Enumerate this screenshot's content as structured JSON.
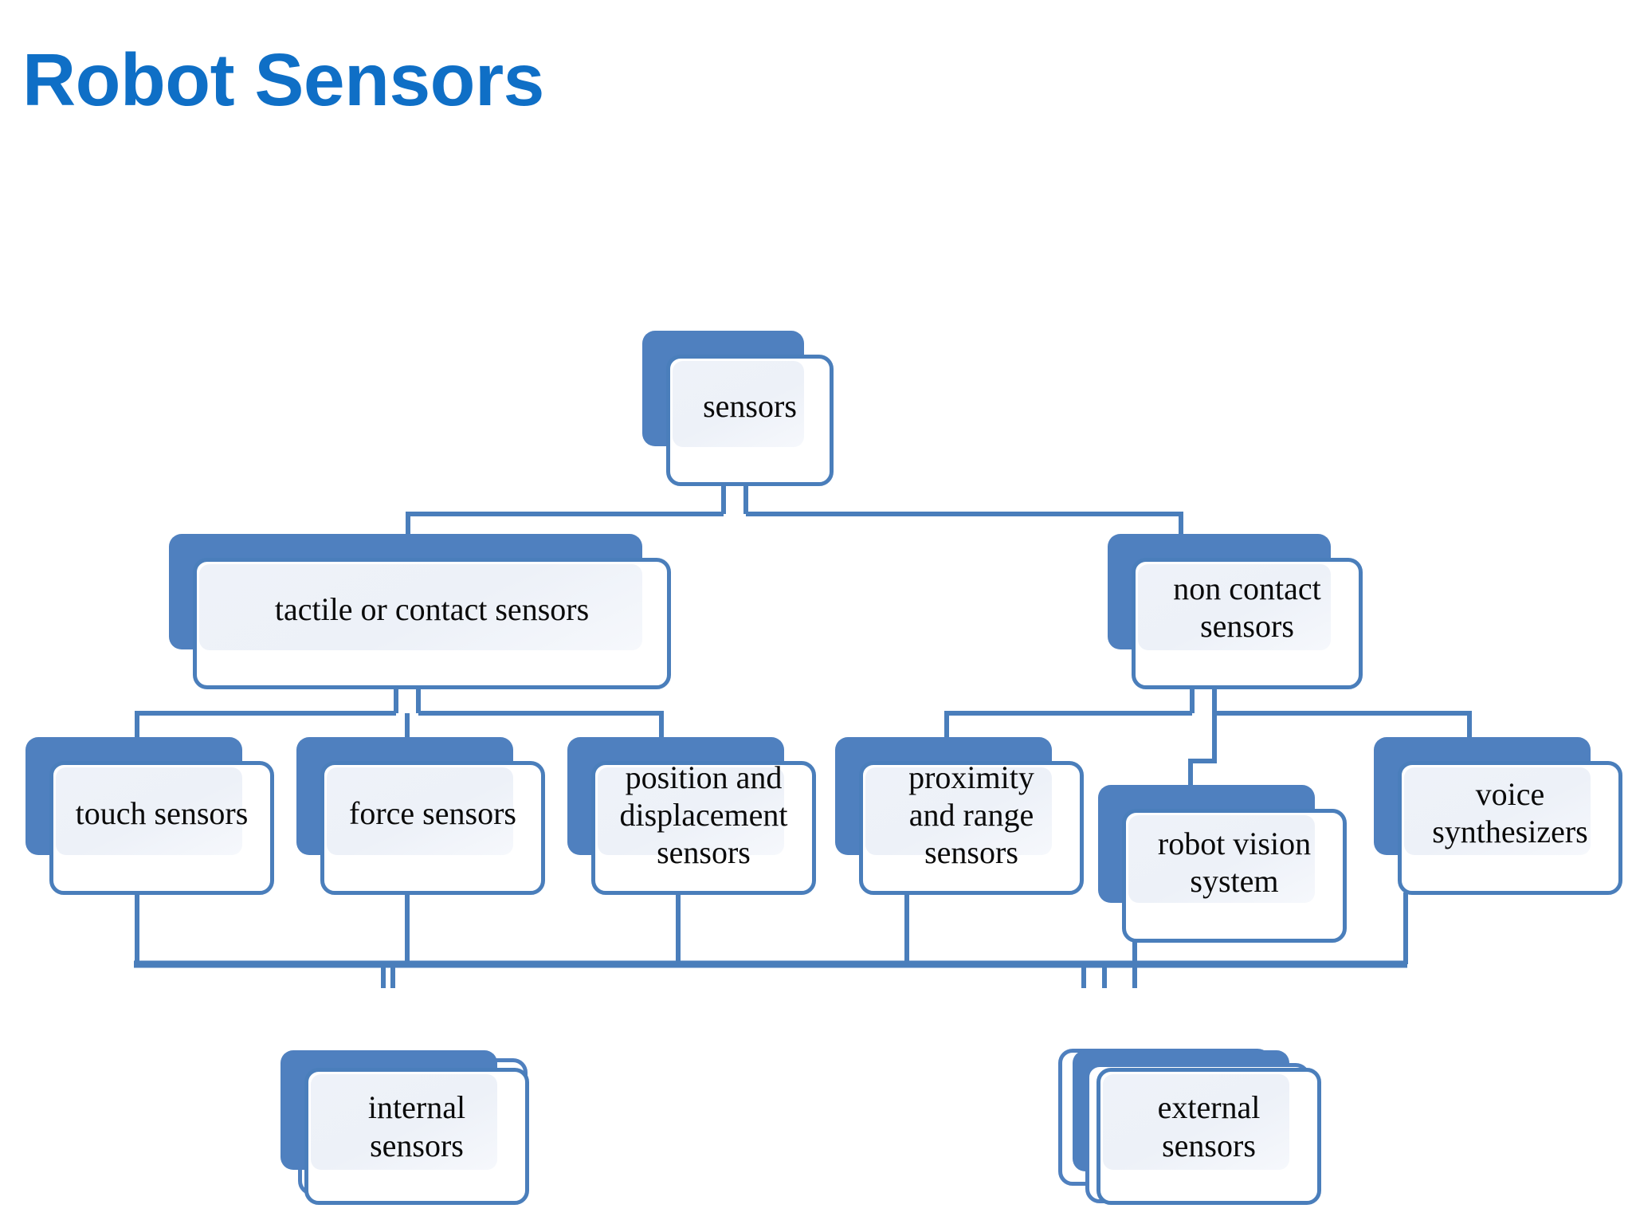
{
  "page": {
    "title": "Robot Sensors",
    "background_color": "#FFFFFF",
    "title_color": "#0F6FC6"
  },
  "theme": {
    "plate_blue": "#4F80BF",
    "card_border_blue": "#4A7EBB",
    "card_fill": "#FFFFFF",
    "inner_fill": "#EDF1F8",
    "connector_blue": "#4A7EBB",
    "text_color": "#0A0A0A"
  },
  "diagram": {
    "type": "hierarchy",
    "root": "sensors",
    "nodes": [
      {
        "id": "sensors",
        "label": "sensors",
        "level": 0,
        "stack": 1
      },
      {
        "id": "tactile",
        "label": "tactile or contact sensors",
        "level": 1,
        "stack": 1
      },
      {
        "id": "noncontact",
        "label": "non contact\nsensors",
        "level": 1,
        "stack": 1
      },
      {
        "id": "touch",
        "label": "touch sensors",
        "level": 2,
        "stack": 1
      },
      {
        "id": "force",
        "label": "force sensors",
        "level": 2,
        "stack": 1
      },
      {
        "id": "position",
        "label": "position and\ndisplacement\nsensors",
        "level": 2,
        "stack": 1
      },
      {
        "id": "proximity",
        "label": "proximity\nand range\nsensors",
        "level": 2,
        "stack": 1
      },
      {
        "id": "vision",
        "label": "robot vision\nsystem",
        "level": 2,
        "stack": 1
      },
      {
        "id": "voice",
        "label": "voice\nsynthesizers",
        "level": 2,
        "stack": 1
      },
      {
        "id": "internal",
        "label": "internal\nsensors",
        "level": 3,
        "stack": 2
      },
      {
        "id": "external",
        "label": "external\nsensors",
        "level": 3,
        "stack": 3
      }
    ],
    "edges": [
      {
        "from": "sensors",
        "to": "tactile"
      },
      {
        "from": "sensors",
        "to": "noncontact"
      },
      {
        "from": "tactile",
        "to": "touch"
      },
      {
        "from": "tactile",
        "to": "force"
      },
      {
        "from": "tactile",
        "to": "position"
      },
      {
        "from": "noncontact",
        "to": "proximity"
      },
      {
        "from": "noncontact",
        "to": "vision"
      },
      {
        "from": "noncontact",
        "to": "voice"
      },
      {
        "from": "touch",
        "to": "bus"
      },
      {
        "from": "force",
        "to": "bus"
      },
      {
        "from": "position",
        "to": "bus"
      },
      {
        "from": "proximity",
        "to": "bus"
      },
      {
        "from": "vision",
        "to": "bus"
      },
      {
        "from": "voice",
        "to": "bus"
      },
      {
        "from": "bus",
        "to": "internal"
      },
      {
        "from": "bus",
        "to": "external"
      }
    ]
  }
}
